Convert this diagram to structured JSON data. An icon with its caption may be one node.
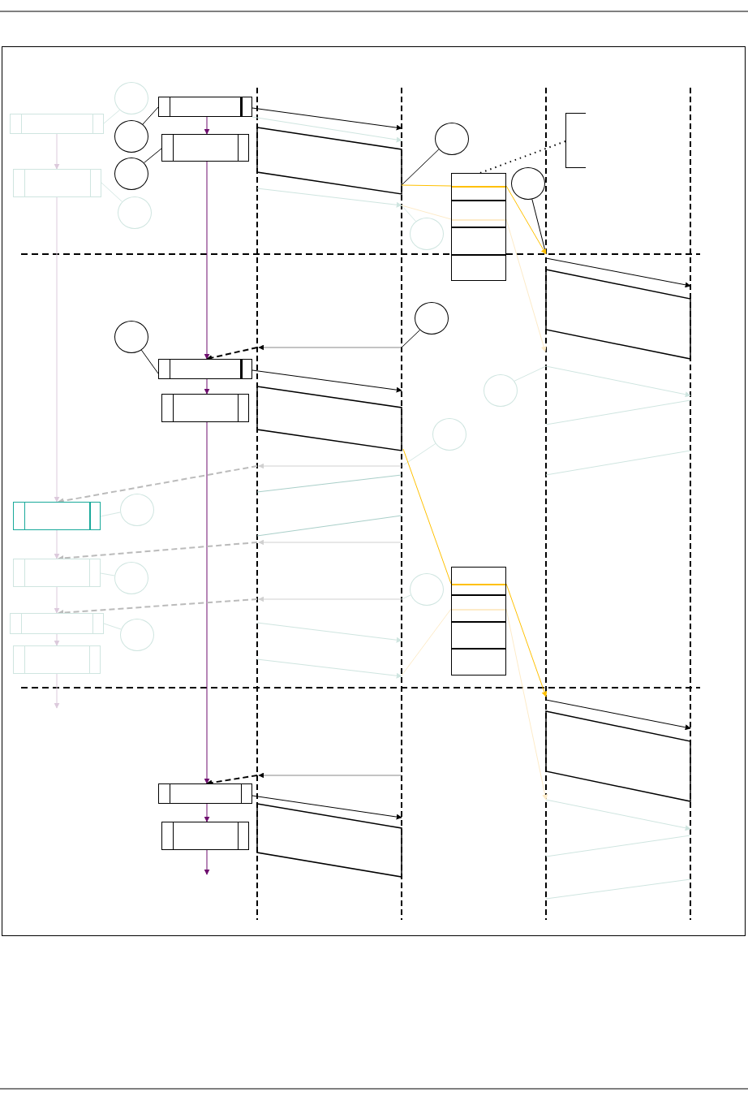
{
  "diagram": {
    "nodes": [
      {
        "text": [],
        "shape": "box"
      },
      {
        "text": [],
        "shape": "box"
      },
      {
        "text": [],
        "shape": "box"
      },
      {
        "text": [],
        "shape": "box"
      },
      {
        "text": [],
        "shape": "box"
      },
      {
        "text": [],
        "shape": "box"
      },
      {
        "text": [],
        "shape": "box"
      },
      {
        "text": [],
        "shape": "box"
      },
      {
        "text": [],
        "shape": "box"
      },
      {
        "text": [],
        "shape": "box"
      },
      {
        "text": [],
        "shape": "box"
      },
      {
        "text": [],
        "shape": "box"
      },
      {
        "text": [],
        "shape": "box"
      },
      {
        "text": [],
        "shape": "box"
      },
      {
        "text": [],
        "shape": "circle"
      },
      {
        "text": [],
        "shape": "circle"
      },
      {
        "text": [],
        "shape": "circle"
      },
      {
        "text": [],
        "shape": "circle"
      },
      {
        "text": [],
        "shape": "circle"
      },
      {
        "text": [],
        "shape": "circle"
      },
      {
        "text": [],
        "shape": "circle"
      },
      {
        "text": [],
        "shape": "circle"
      },
      {
        "text": [],
        "shape": "circle"
      },
      {
        "text": [],
        "shape": "circle"
      },
      {
        "text": [],
        "shape": "circle"
      },
      {
        "text": [],
        "shape": "circle"
      },
      {
        "text": [],
        "shape": "circle"
      },
      {
        "text": [],
        "shape": "circle"
      },
      {
        "text": [],
        "shape": "circle"
      },
      {
        "text": [],
        "shape": "bracket"
      }
    ],
    "edges": [
      {
        "from": 0,
        "to": 1,
        "arrow": "to",
        "color": "#6e0f6e"
      },
      {
        "from": 1,
        "to": 2,
        "arrow": "to",
        "color": "#6e0f6e"
      },
      {
        "from": 2,
        "to": 3,
        "arrow": "to",
        "color": "#6e0f6e"
      },
      {
        "from": 3,
        "to": 4,
        "arrow": "to",
        "color": "#6e0f6e"
      },
      {
        "from": 4,
        "to": 5,
        "arrow": "to",
        "color": "#6e0f6e"
      },
      {
        "from": 5,
        "to": null,
        "arrow": "to",
        "color": "#6e0f6e"
      },
      {
        "from": 6,
        "to": 7,
        "arrow": "to",
        "color": "#dccadc"
      },
      {
        "from": 7,
        "to": 8,
        "arrow": "to",
        "color": "#dccadc"
      },
      {
        "from": 8,
        "to": 9,
        "arrow": "to",
        "color": "#dccadc"
      },
      {
        "from": 9,
        "to": 10,
        "arrow": "to",
        "color": "#dccadc"
      },
      {
        "from": 10,
        "to": 11,
        "arrow": "to",
        "color": "#dccadc"
      },
      {
        "from": 11,
        "to": null,
        "arrow": "to",
        "color": "#dccadc"
      },
      {
        "from": null,
        "to": 2,
        "arrow": "to",
        "style": "dashed",
        "color": "#000000"
      },
      {
        "from": null,
        "to": 8,
        "arrow": "to",
        "style": "dashed",
        "color": "#bbbbbb"
      },
      {
        "from": null,
        "to": 9,
        "arrow": "to",
        "style": "dashed",
        "color": "#bbbbbb"
      },
      {
        "from": null,
        "to": 10,
        "arrow": "to",
        "style": "dashed",
        "color": "#bbbbbb"
      },
      {
        "from": null,
        "to": 4,
        "arrow": "to",
        "style": "dashed",
        "color": "#000000"
      },
      {
        "from": 14,
        "to": 6,
        "arrow": "none",
        "color": "#d5e8e4"
      },
      {
        "from": 15,
        "to": 0,
        "arrow": "none",
        "color": "#000000"
      },
      {
        "from": 16,
        "to": null,
        "arrow": "none",
        "color": "#000000"
      },
      {
        "from": 17,
        "to": 1,
        "arrow": "none",
        "color": "#000000"
      },
      {
        "from": 18,
        "to": null,
        "arrow": "none",
        "color": "#000000"
      },
      {
        "from": 19,
        "to": 7,
        "arrow": "none",
        "color": "#d5e8e4"
      },
      {
        "from": 20,
        "to": null,
        "arrow": "none",
        "color": "#d5e8e4"
      },
      {
        "from": 21,
        "to": null,
        "arrow": "none",
        "color": "#000000"
      },
      {
        "from": 22,
        "to": 2,
        "arrow": "none",
        "color": "#000000"
      },
      {
        "from": 23,
        "to": null,
        "arrow": "none",
        "color": "#d5e8e4"
      },
      {
        "from": 24,
        "to": null,
        "arrow": "none",
        "color": "#d5e8e4"
      },
      {
        "from": 25,
        "to": 8,
        "arrow": "none",
        "color": "#d5e8e4"
      },
      {
        "from": 26,
        "to": 9,
        "arrow": "none",
        "color": "#d5e8e4"
      },
      {
        "from": 27,
        "to": null,
        "arrow": "none",
        "color": "#d5e8e4"
      },
      {
        "from": 28,
        "to": 10,
        "arrow": "none",
        "color": "#d5e8e4"
      },
      {
        "from": null,
        "to": 12,
        "arrow": "none",
        "color": "#ffc000"
      },
      {
        "from": 12,
        "to": null,
        "arrow": "to",
        "color": "#ffc000"
      },
      {
        "from": null,
        "to": 13,
        "arrow": "none",
        "color": "#ffc000"
      },
      {
        "from": 13,
        "to": null,
        "arrow": "to",
        "color": "#ffc000"
      },
      {
        "from": null,
        "to": 12,
        "arrow": "none",
        "color": "#fdebc8"
      },
      {
        "from": 12,
        "to": null,
        "arrow": "to",
        "color": "#fdebc8"
      },
      {
        "from": null,
        "to": 13,
        "arrow": "none",
        "color": "#fdebc8"
      },
      {
        "from": 13,
        "to": null,
        "arrow": "to",
        "color": "#fdebc8"
      },
      {
        "from": 0,
        "to": null,
        "arrow": "to",
        "color": "#000000"
      },
      {
        "from": 2,
        "to": null,
        "arrow": "to",
        "color": "#000000"
      },
      {
        "from": 4,
        "to": null,
        "arrow": "to",
        "color": "#000000"
      },
      {
        "from": 12,
        "to": 29,
        "arrow": "none",
        "style": "dashed",
        "color": "#000000"
      },
      {
        "from": 0,
        "to": null,
        "arrow": "to",
        "color": "#cfe5e0"
      }
    ]
  }
}
